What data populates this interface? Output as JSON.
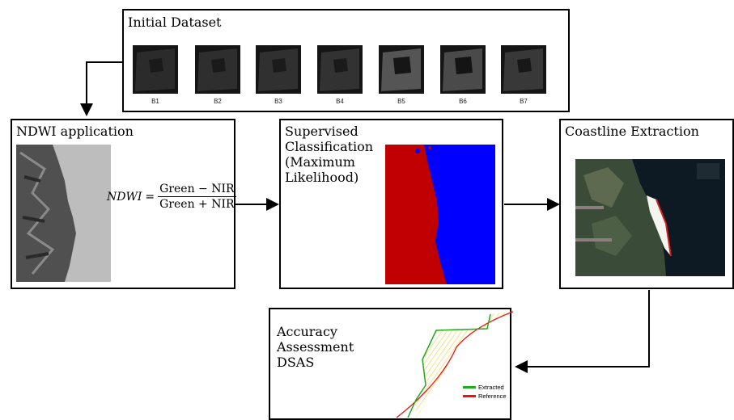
{
  "diagram": {
    "initial_dataset": {
      "title": "Initial Dataset",
      "bands": [
        "B1",
        "B2",
        "B3",
        "B4",
        "B5",
        "B6",
        "B7"
      ]
    },
    "ndwi": {
      "title": "NDWI application",
      "formula_lhs": "NDWI",
      "formula_eq": "=",
      "numerator": "Green − NIR",
      "denominator": "Green + NIR"
    },
    "classification": {
      "title_lines": [
        "Supervised",
        "Classification",
        "(Maximum",
        "Likelihood)"
      ]
    },
    "coastline": {
      "title": "Coastline Extraction"
    },
    "accuracy": {
      "title_lines": [
        "Accuracy",
        "Assessment",
        "DSAS"
      ],
      "legend": [
        {
          "label": "Extracted",
          "color": "#22aa22"
        },
        {
          "label": "Reference",
          "color": "#ee1111"
        }
      ]
    },
    "colors": {
      "land_class": "#c00000",
      "water_class": "#0000ff"
    }
  }
}
